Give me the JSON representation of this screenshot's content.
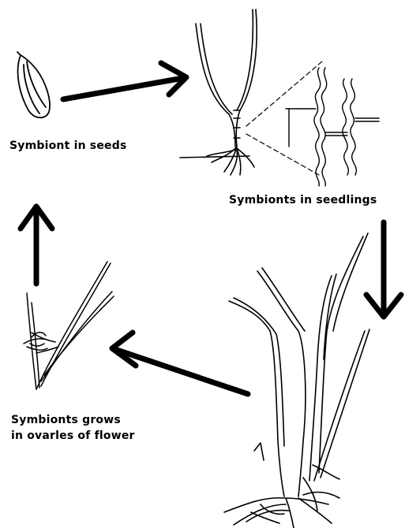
{
  "labels": {
    "seeds": "Symbiont in seeds",
    "seedlings": "Symbionts in seedlings",
    "flower_line1": "Symbionts grows",
    "flower_line2": "in ovarles of flower"
  },
  "colors": {
    "ink": "#000000",
    "background": "#ffffff"
  }
}
